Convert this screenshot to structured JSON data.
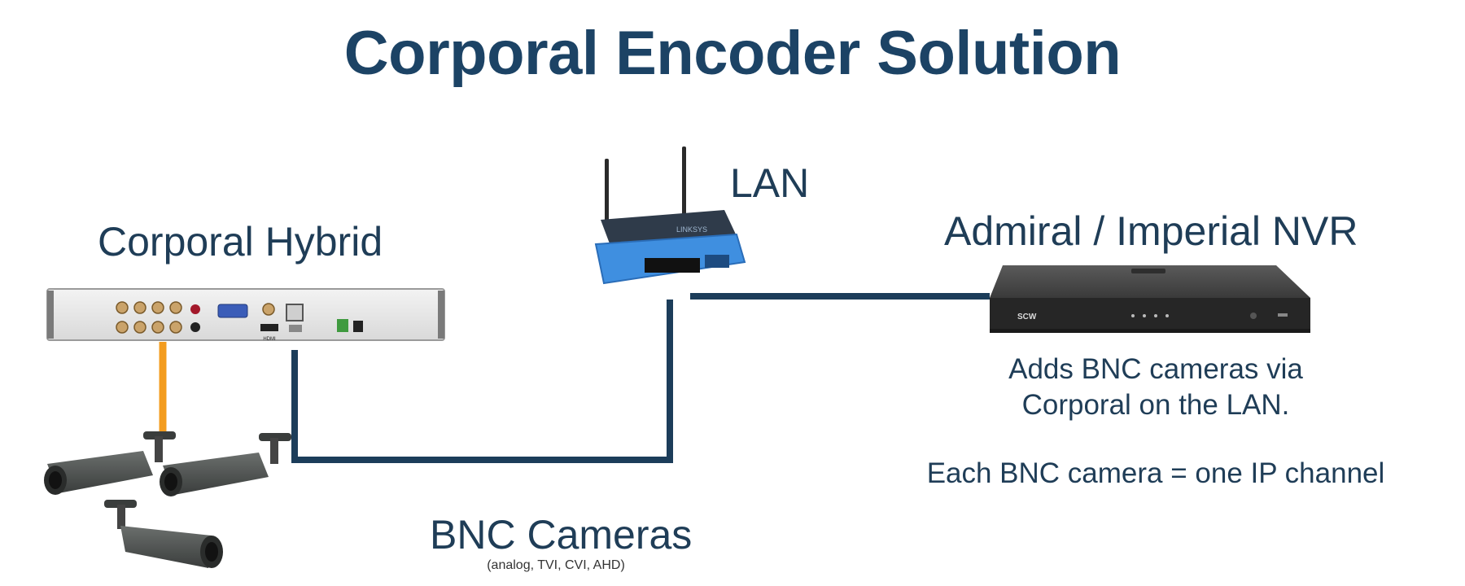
{
  "title": "Corporal Encoder Solution",
  "nodes": {
    "hybrid": "Corporal Hybrid",
    "lan": "LAN",
    "nvr": "Admiral / Imperial NVR",
    "bnc": "BNC Cameras",
    "bnc_sub": "(analog, TVI, CVI, AHD)"
  },
  "nvr_description": {
    "line1": "Adds BNC cameras via",
    "line2": "Corporal on the LAN.",
    "line3": "Each BNC camera = one IP channel"
  },
  "device_text": {
    "router_brand": "LINKSYS",
    "nvr_brand": "SCW",
    "hdmi": "HDMI"
  },
  "colors": {
    "title": "#1c4365",
    "network_line": "#1c3d5a",
    "coax_line": "#f39c1f",
    "router_blue": "#3f8fe0"
  }
}
